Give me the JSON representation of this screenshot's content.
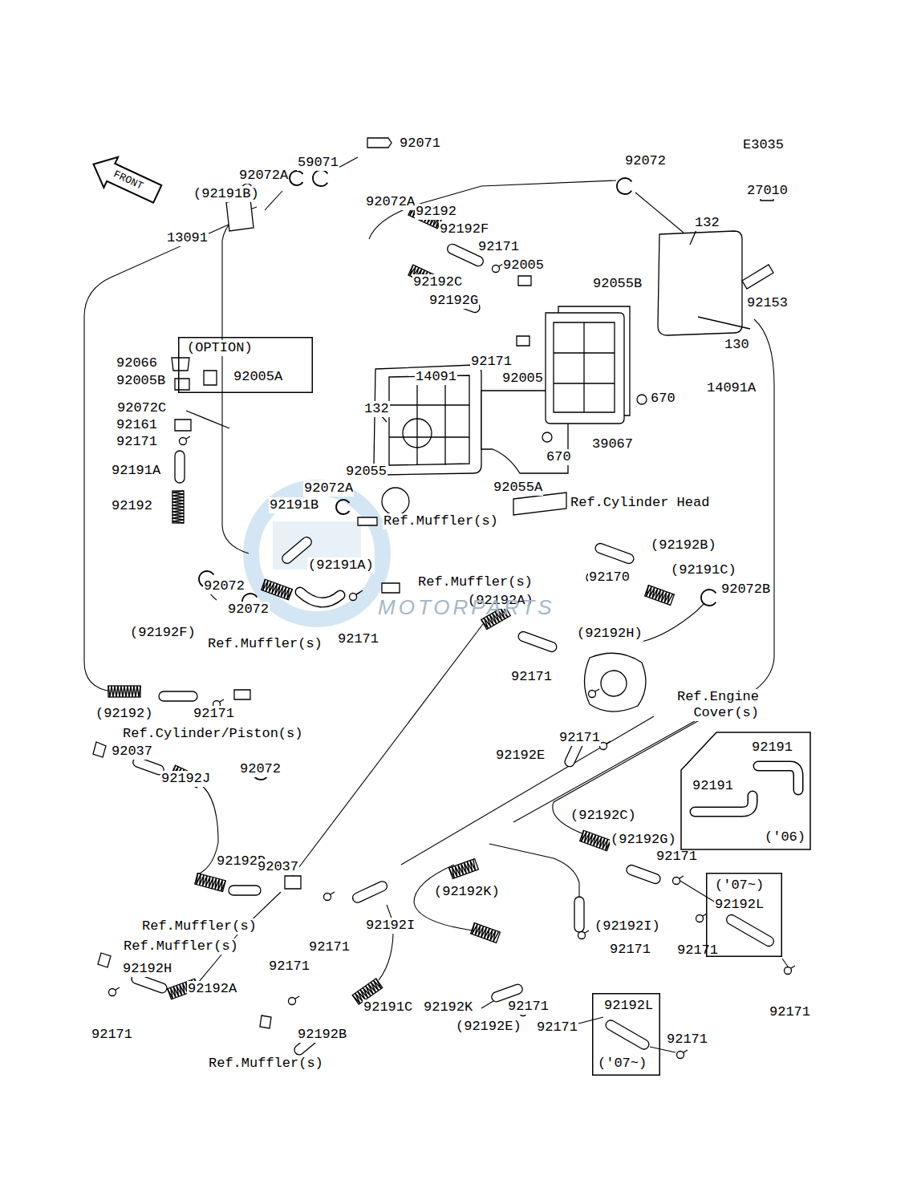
{
  "diagram": {
    "nodes": [
      {
        "text": [
          "(OPTION)",
          "92005A"
        ]
      },
      {
        "text": [
          "92191",
          "92191",
          "('06)"
        ]
      },
      {
        "text": [
          "('07~)",
          "92192L"
        ]
      },
      {
        "text": [
          "92192L",
          "('07~)"
        ]
      }
    ],
    "labels": [
      "FRONT",
      "E3035",
      "92071",
      "59071",
      "92072A",
      "(92191B)",
      "92072A",
      "92072",
      "27010",
      "13091",
      "92192",
      "92192F",
      "92171",
      "132",
      "92005",
      "92192C",
      "92192G",
      "92055B",
      "92153",
      "130",
      "92171",
      "92005",
      "670",
      "14091A",
      "92066",
      "92005B",
      "92072C",
      "92161",
      "92171",
      "92191A",
      "92192",
      "14091",
      "132",
      "670",
      "39067",
      "92055",
      "92072A",
      "92055A",
      "Ref.Cylinder Head",
      "92191B",
      "Ref.Muffler(s)",
      "(92192B)",
      "(92191A)",
      "92170",
      "(92191C)",
      "Ref.Muffler(s)",
      "92072B",
      "92072",
      "92072",
      "(92192A)",
      "92171",
      "(92192F)",
      "Ref.Muffler(s)",
      "(92192H)",
      "92171",
      "Ref.Engine Cover(s)",
      "(92192)",
      "92171",
      "Ref.Cylinder/Piston(s)",
      "92037",
      "92171",
      "92192E",
      "92192J",
      "92072",
      "(92192C)",
      "(92192G)",
      "92171",
      "92192D",
      "92037",
      "(92192K)",
      "Ref.Muffler(s)",
      "92192I",
      "(92192I)",
      "Ref.Muffler(s)",
      "92171",
      "92171",
      "92171",
      "92171",
      "92192H",
      "92192A",
      "92191C",
      "92192K",
      "(92192E)",
      "92171",
      "92171",
      "92171",
      "92171",
      "92171",
      "92192B",
      "Ref.Muffler(s)",
      "MOTORPARTS"
    ]
  }
}
